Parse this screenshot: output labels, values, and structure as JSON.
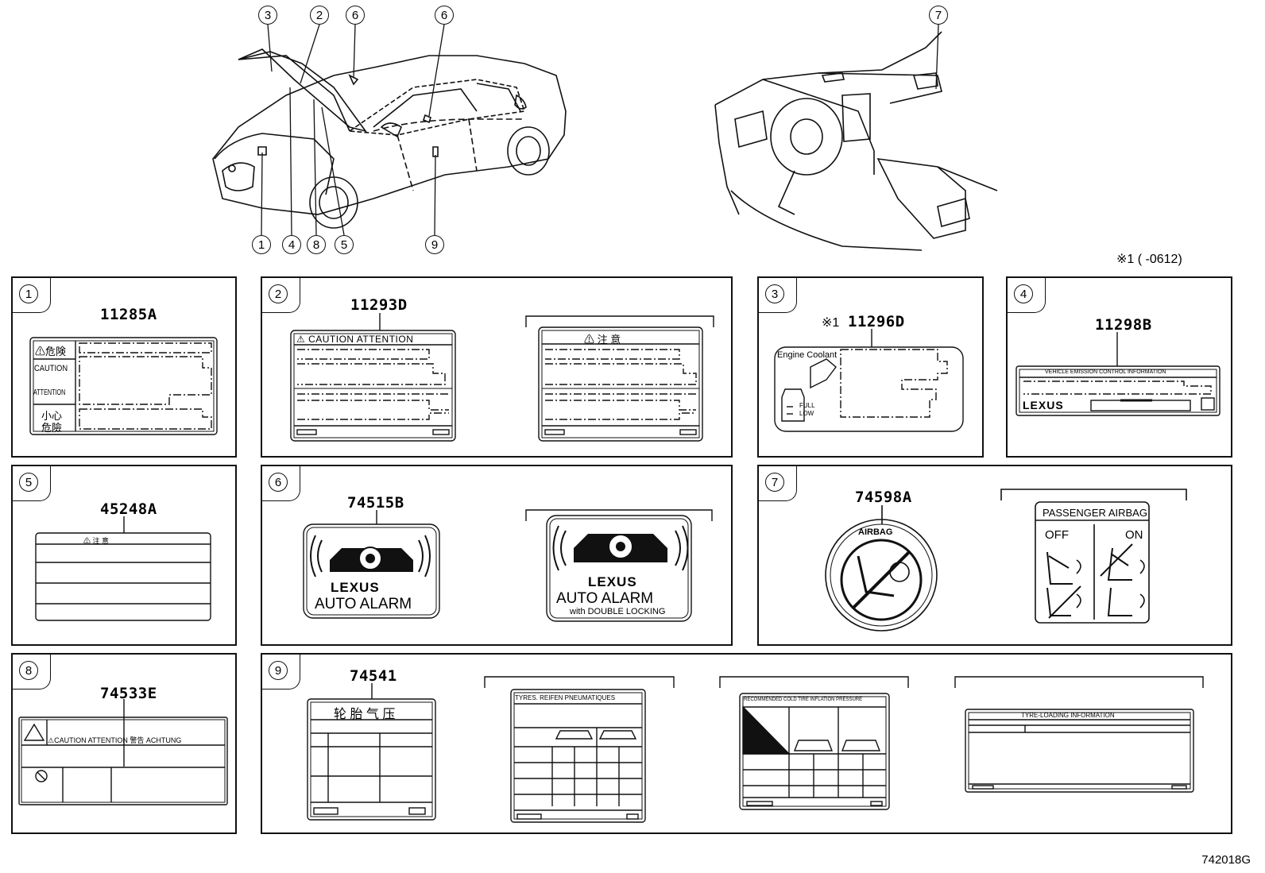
{
  "callouts_car": [
    "3",
    "2",
    "6",
    "6",
    "1",
    "4",
    "8",
    "5",
    "9"
  ],
  "callouts_interior": [
    "7"
  ],
  "legend_note": "※1 (      -0612)",
  "figure_number": "742018G",
  "panels": [
    {
      "num": "1",
      "code": "11285A",
      "label_lines": [
        "⚠危険",
        "CAUTION",
        "ATTENTION",
        "小心",
        "危險"
      ]
    },
    {
      "num": "2",
      "code": "11293D",
      "label_header_a": "⚠ CAUTION ATTENTION",
      "label_header_b": "⚠ 注 意"
    },
    {
      "num": "3",
      "code": "11296D",
      "code_prefix": "※1",
      "coolant_title": "Engine Coolant",
      "full": "FULL",
      "low": "LOW"
    },
    {
      "num": "4",
      "code": "11298B",
      "label_header": "VEHICLE EMISSION CONTROL INFORMATION",
      "brand": "LEXUS"
    },
    {
      "num": "5",
      "code": "45248A",
      "label_header": "⚠ 注 意"
    },
    {
      "num": "6",
      "code": "74515B",
      "brand": "LEXUS",
      "alarm": "AUTO ALARM",
      "alarm_sub": "with DOUBLE LOCKING"
    },
    {
      "num": "7",
      "code": "74598A",
      "seal_text": "AIRBAG",
      "pa_title": "PASSENGER AIRBAG",
      "off": "OFF",
      "on": "ON"
    },
    {
      "num": "8",
      "code": "74533E",
      "label_header": "⚠CAUTION  ATTENTION  警告  ACHTUNG"
    },
    {
      "num": "9",
      "code": "74541",
      "tyre_cn": "轮 胎 气 压",
      "tyre_eu": "TYRES. REIFEN PNEUMATIQUES",
      "tyre_rec": "RECOMMENDED COLD TIRE INFLATION PRESSURE",
      "tyre_load": "TYRE-LOADING INFORMATION"
    }
  ]
}
